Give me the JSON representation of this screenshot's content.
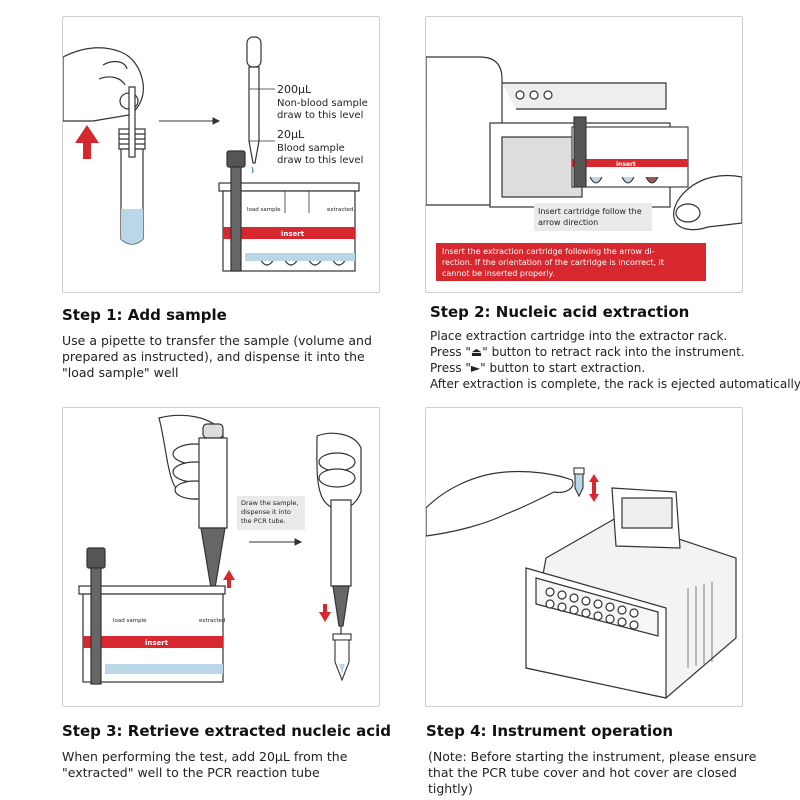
{
  "step1": {
    "title": "Step 1: Add sample",
    "desc": "Use a pipette to transfer the sample (volume and prepared as instructed), and dispense it into the \"load sample\" well",
    "label_200": "200μL",
    "label_200_a": "Non-blood sample",
    "label_200_b": "draw to this level",
    "label_20": "20μL",
    "label_20_a": "Blood sample",
    "label_20_b": "draw to this level",
    "well_load": "load sample",
    "well_extracted": "extracted",
    "insert": "insert"
  },
  "step2": {
    "title": "Step 2: Nucleic acid extraction",
    "lines": [
      "Place extraction cartridge into the extractor rack.",
      "Press \"⏏\" button to retract rack into the instrument.",
      "Press \"►\" button to start extraction.",
      "After extraction is complete, the rack is ejected automatically."
    ],
    "callout": "Insert cartridge follow the arrow direction",
    "warning": "Insert the extraction cartridge following the arrow direction. If the orientation of the cartridge is incorrect, it cannot be inserted properly.",
    "insert": "insert"
  },
  "step3": {
    "title": "Step 3: Retrieve extracted nucleic acid",
    "desc": "When performing the test, add 20μL from the \"extracted\" well to the PCR reaction tube",
    "callout": "Draw the sample, dispense it into the PCR tube.",
    "well_load": "load sample",
    "well_extracted": "extracted",
    "insert": "insert"
  },
  "step4": {
    "title": "Step 4: Instrument operation",
    "desc": "(Note: Before starting the instrument, please ensure that the PCR tube cover and hot cover are closed tightly)"
  },
  "colors": {
    "accent_red": "#d7282f",
    "liquid_blue": "#b9d7e6",
    "panel_border": "#cfcfcf",
    "line": "#333333"
  }
}
